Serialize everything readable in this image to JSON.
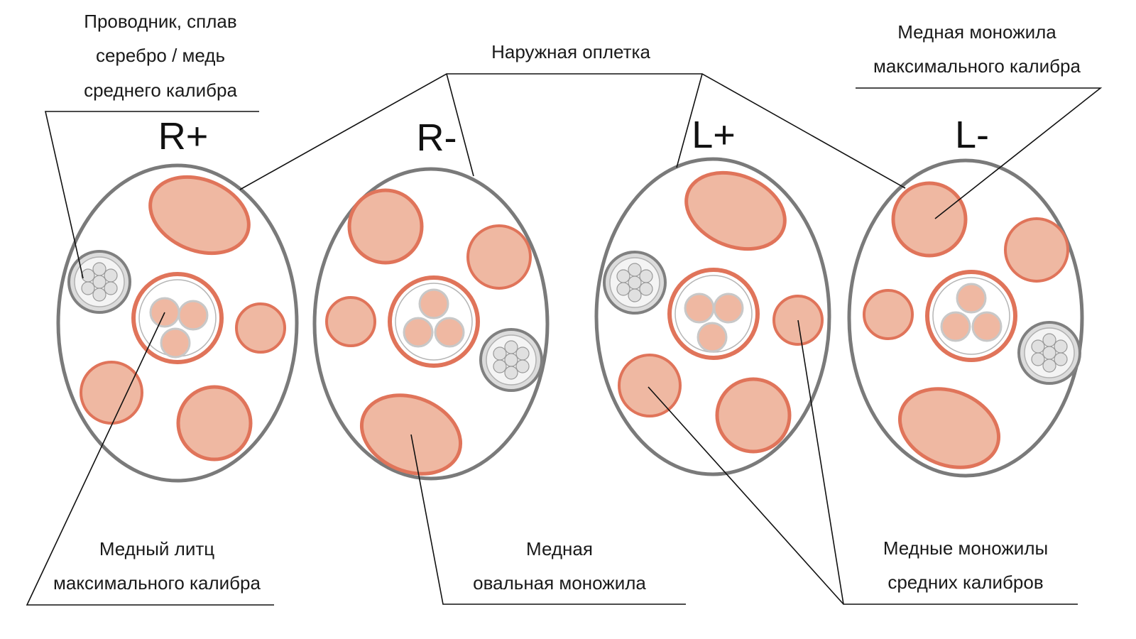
{
  "conductors": [
    {
      "id": "r-plus",
      "label": "R+"
    },
    {
      "id": "r-minus",
      "label": "R-"
    },
    {
      "id": "l-plus",
      "label": "L+"
    },
    {
      "id": "l-minus",
      "label": "L-"
    }
  ],
  "labels": {
    "silver_alloy": [
      "Проводник, сплав",
      "серебро / медь",
      "среднего калибра"
    ],
    "outer_braid": [
      "Наружная оплетка"
    ],
    "copper_solid_max": [
      "Медная моножила",
      "максимального калибра"
    ],
    "copper_litz_max": [
      "Медный литц",
      "максимального калибра"
    ],
    "copper_oval_solid": [
      "Медная",
      "овальная моножила"
    ],
    "copper_solids_medium": [
      "Медные моножилы",
      "средних калибров"
    ]
  },
  "colors": {
    "copper_fill": "#efb8a2",
    "copper_rim": "#e0745a",
    "jacket_stroke": "#7a7a7a",
    "silver_fill": "#dcdcdc",
    "silver_rim": "#808080",
    "line": "#111111"
  }
}
